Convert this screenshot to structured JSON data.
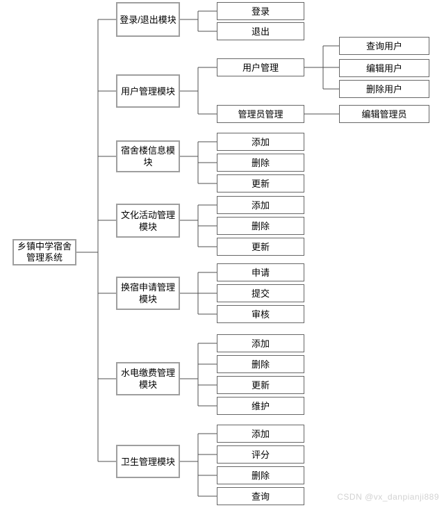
{
  "diagram": {
    "root": {
      "label": "乡镇中学宿舍管理系统"
    },
    "modules": [
      {
        "label": "登录/退出模块",
        "children": [
          {
            "label": "登录"
          },
          {
            "label": "退出"
          }
        ]
      },
      {
        "label": "用户管理模块",
        "children": [
          {
            "label": "用户管理",
            "children": [
              {
                "label": "查询用户"
              },
              {
                "label": "编辑用户"
              },
              {
                "label": "删除用户"
              }
            ]
          },
          {
            "label": "管理员管理",
            "children": [
              {
                "label": "编辑管理员"
              }
            ]
          }
        ]
      },
      {
        "label": "宿舍楼信息模块",
        "children": [
          {
            "label": "添加"
          },
          {
            "label": "删除"
          },
          {
            "label": "更新"
          }
        ]
      },
      {
        "label": "文化活动管理模块",
        "children": [
          {
            "label": "添加"
          },
          {
            "label": "删除"
          },
          {
            "label": "更新"
          }
        ]
      },
      {
        "label": "换宿申请管理模块",
        "children": [
          {
            "label": "申请"
          },
          {
            "label": "提交"
          },
          {
            "label": "审核"
          }
        ]
      },
      {
        "label": "水电缴费管理模块",
        "children": [
          {
            "label": "添加"
          },
          {
            "label": "删除"
          },
          {
            "label": "更新"
          },
          {
            "label": "维护"
          }
        ]
      },
      {
        "label": "卫生管理模块",
        "children": [
          {
            "label": "添加"
          },
          {
            "label": "评分"
          },
          {
            "label": "删除"
          },
          {
            "label": "查询"
          }
        ]
      }
    ]
  },
  "watermark": {
    "text": "CSDN @vx_danpianji889"
  },
  "colors": {
    "background": "#ffffff",
    "box_border": "#666666",
    "box_border_light": "#9e9e9e",
    "connector": "#4f4f4f",
    "text": "#000000",
    "watermark": "#d2d2d2"
  }
}
